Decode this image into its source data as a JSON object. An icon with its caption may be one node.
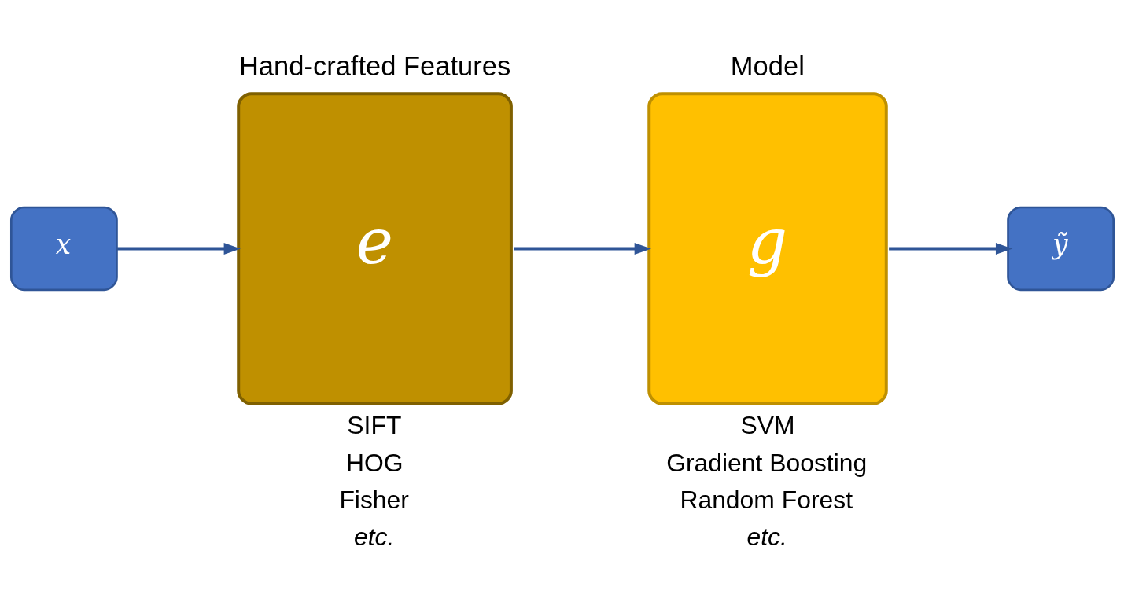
{
  "diagram": {
    "nodes": [
      {
        "text": [
          "x"
        ]
      },
      {
        "text": [
          "Hand-crafted Features",
          "e"
        ],
        "beside": [
          "SIFT",
          "HOG",
          "Fisher",
          "etc."
        ]
      },
      {
        "text": [
          "Model",
          "g"
        ],
        "beside": [
          "SVM",
          "Gradient Boosting",
          "Random Forest",
          "etc."
        ]
      },
      {
        "text": [
          "ỹ"
        ]
      }
    ],
    "edges": [
      {
        "from": 0,
        "to": 1,
        "arrow": "to"
      },
      {
        "from": 1,
        "to": 2,
        "arrow": "to"
      },
      {
        "from": 2,
        "to": 3,
        "arrow": "to"
      }
    ]
  }
}
